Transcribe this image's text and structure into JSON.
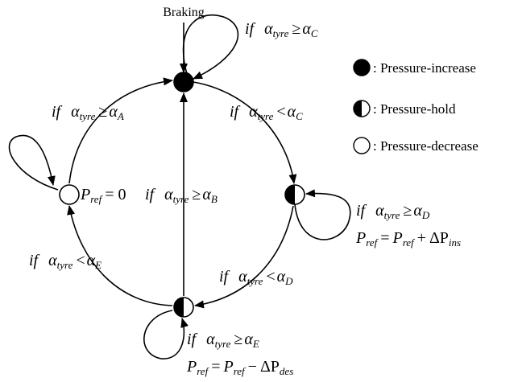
{
  "start_label": "Braking",
  "legend": [
    {
      "symbol": "filled",
      "text": ": Pressure-increase"
    },
    {
      "symbol": "half",
      "text": ": Pressure-hold"
    },
    {
      "symbol": "empty",
      "text": ": Pressure-decrease"
    }
  ],
  "conditions": {
    "if_word": "if",
    "alpha": "α",
    "tyre": "tyre",
    "ge": "≥",
    "lt": "<",
    "A": "A",
    "B": "B",
    "C": "C",
    "D": "D",
    "E": "E"
  },
  "equations": {
    "decrease": {
      "lhs": "P",
      "sub": "ref",
      "rest": "= 0"
    },
    "P": "P",
    "ref": "ref",
    "eq": "=",
    "plus": "+",
    "minus": "−",
    "delta": "ΔP",
    "ins": "ins",
    "des": "des"
  },
  "colors": {
    "line": "#000000",
    "fill": "#000000",
    "background": "#ffffff"
  }
}
